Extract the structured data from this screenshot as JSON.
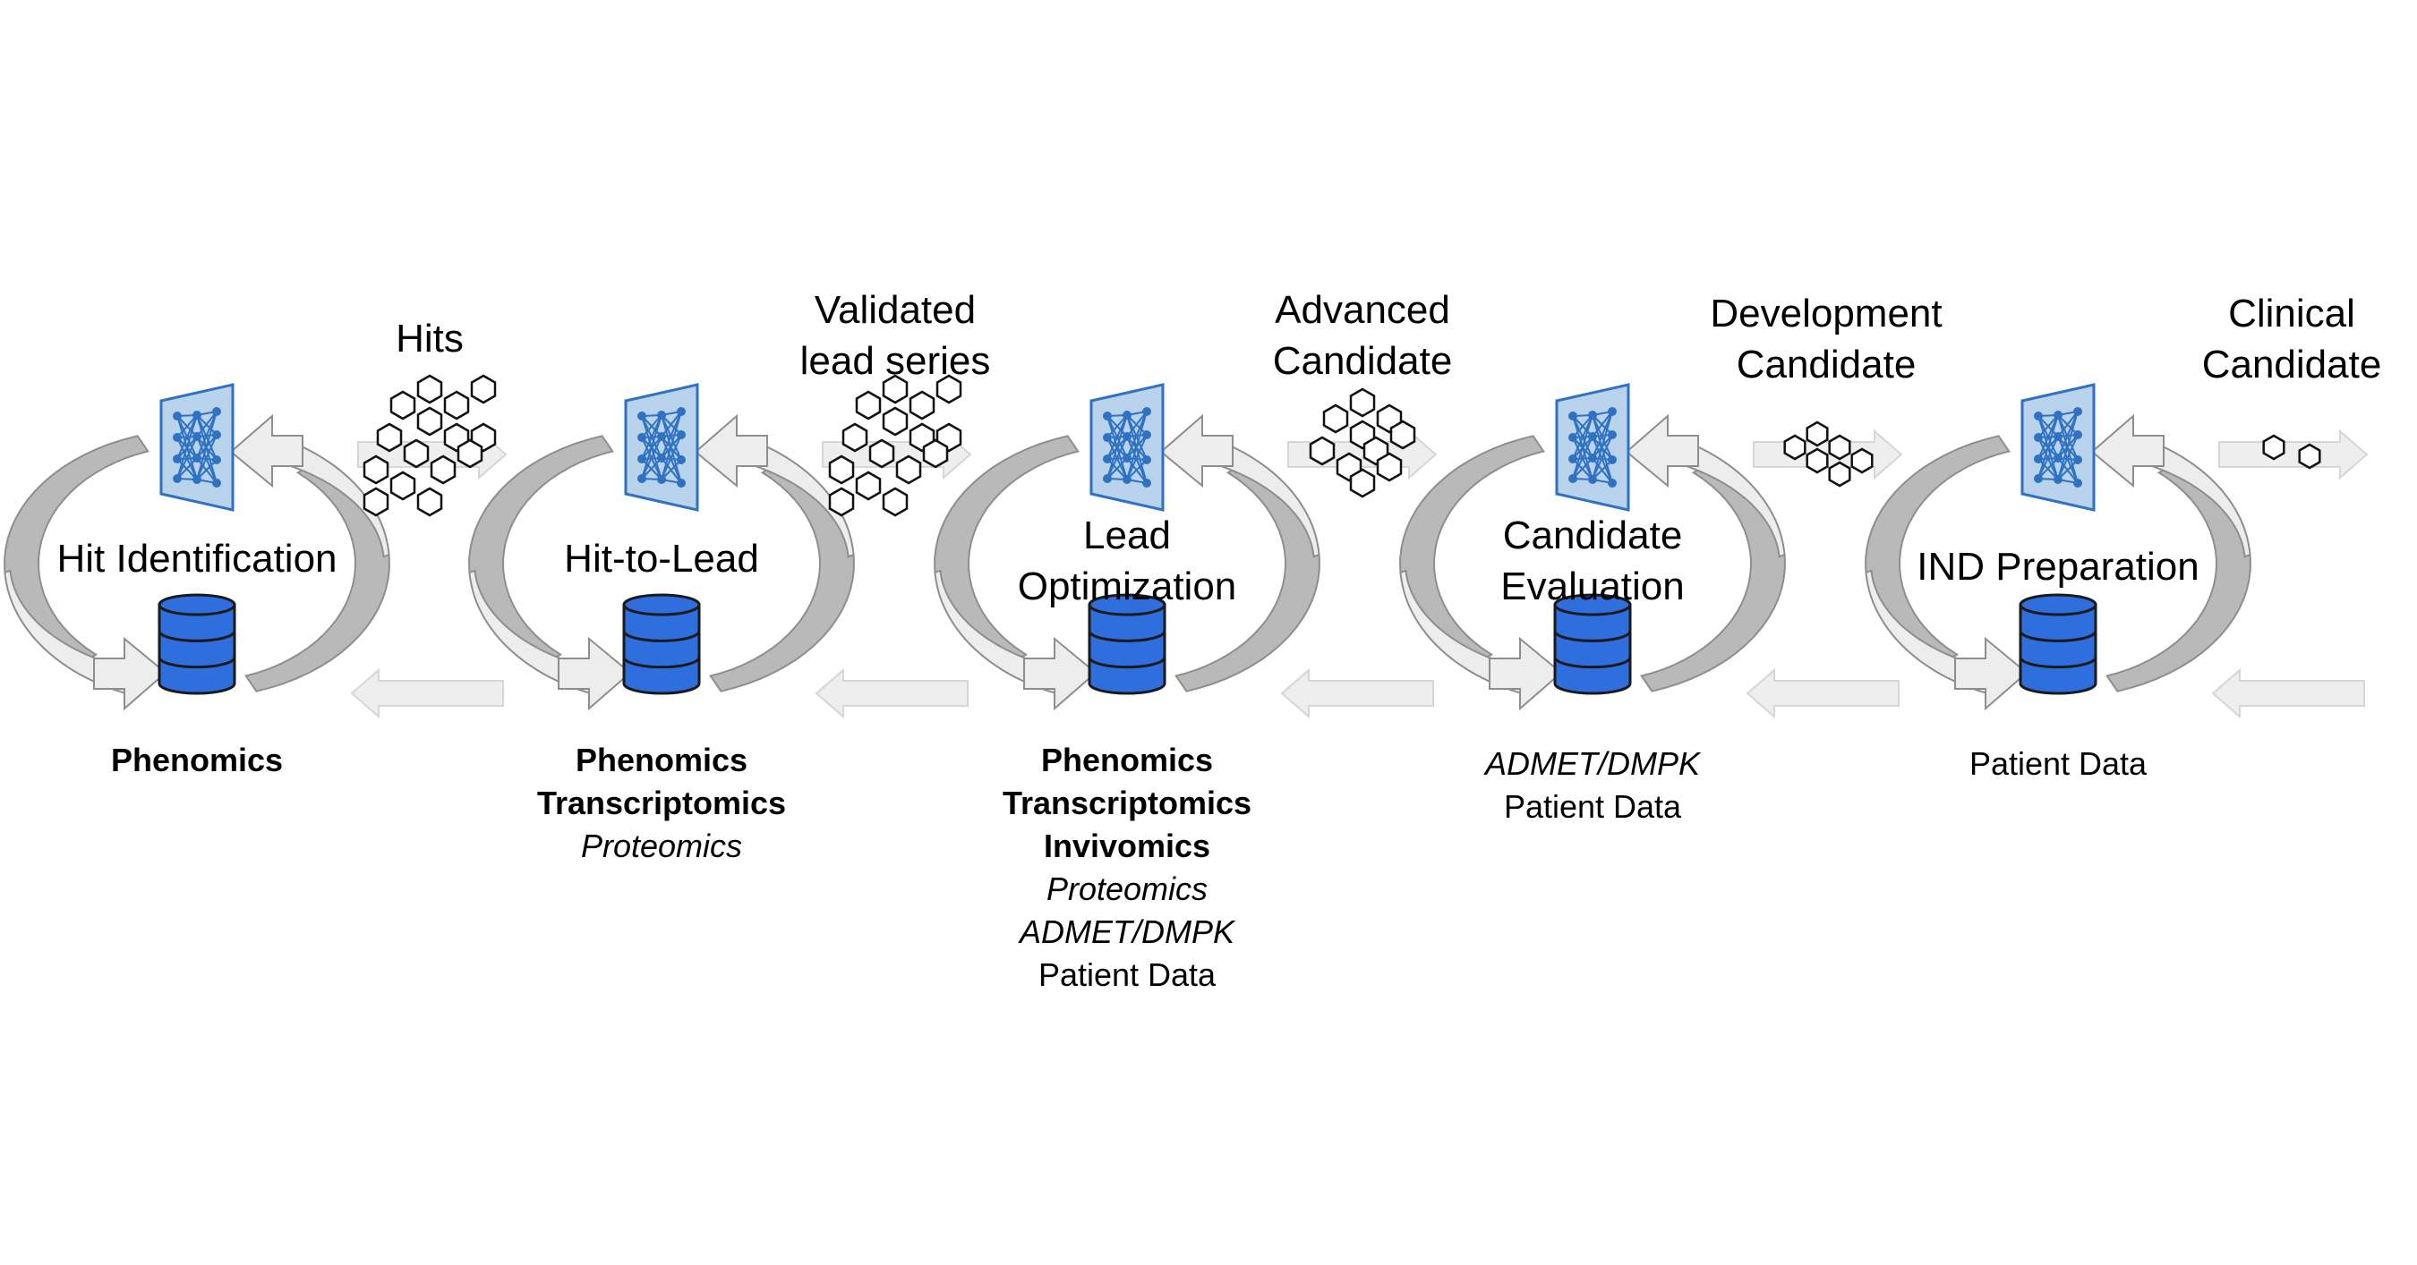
{
  "stages": [
    {
      "name": "Hit Identification",
      "data_sources": [
        {
          "text": "Phenomics",
          "style": "bold"
        }
      ],
      "output": "Hits",
      "output_molecule": "large-molecule-icon"
    },
    {
      "name": "Hit-to-Lead",
      "data_sources": [
        {
          "text": "Phenomics",
          "style": "bold"
        },
        {
          "text": "Transcriptomics",
          "style": "bold"
        },
        {
          "text": "Proteomics",
          "style": "italic"
        }
      ],
      "output": "Validated\nlead series",
      "output_molecule": "large-molecule-icon"
    },
    {
      "name": "Lead\nOptimization",
      "data_sources": [
        {
          "text": "Phenomics",
          "style": "bold"
        },
        {
          "text": "Transcriptomics",
          "style": "bold"
        },
        {
          "text": "Invivomics",
          "style": "bold"
        },
        {
          "text": "Proteomics",
          "style": "italic"
        },
        {
          "text": "ADMET/DMPK",
          "style": "italic"
        },
        {
          "text": "Patient Data",
          "style": "normal"
        }
      ],
      "output": "Advanced\nCandidate",
      "output_molecule": "medium-molecule-icon"
    },
    {
      "name": "Candidate\nEvaluation",
      "data_sources": [
        {
          "text": "ADMET/DMPK",
          "style": "italic"
        },
        {
          "text": "Patient Data",
          "style": "normal"
        }
      ],
      "output": "Development\nCandidate",
      "output_molecule": "small-molecule-icon"
    },
    {
      "name": "IND Preparation",
      "data_sources": [
        {
          "text": "Patient Data",
          "style": "normal"
        }
      ],
      "output": "Clinical\nCandidate",
      "output_molecule": "tiny-molecule-icon"
    }
  ],
  "icons": {
    "model": "neural-network-icon",
    "data": "database-icon",
    "forward": "right-arrow-icon",
    "feedback": "left-arrow-icon"
  },
  "colors": {
    "model_fill": "#b9d3ec",
    "model_stroke": "#2f72c4",
    "database_fill": "#2e6fdd",
    "arrow_light": "#ededed",
    "arrow_dark": "#b9b9b9",
    "arrow_stroke": "#8e8e8e",
    "link_arrow": "#eeeeee"
  }
}
